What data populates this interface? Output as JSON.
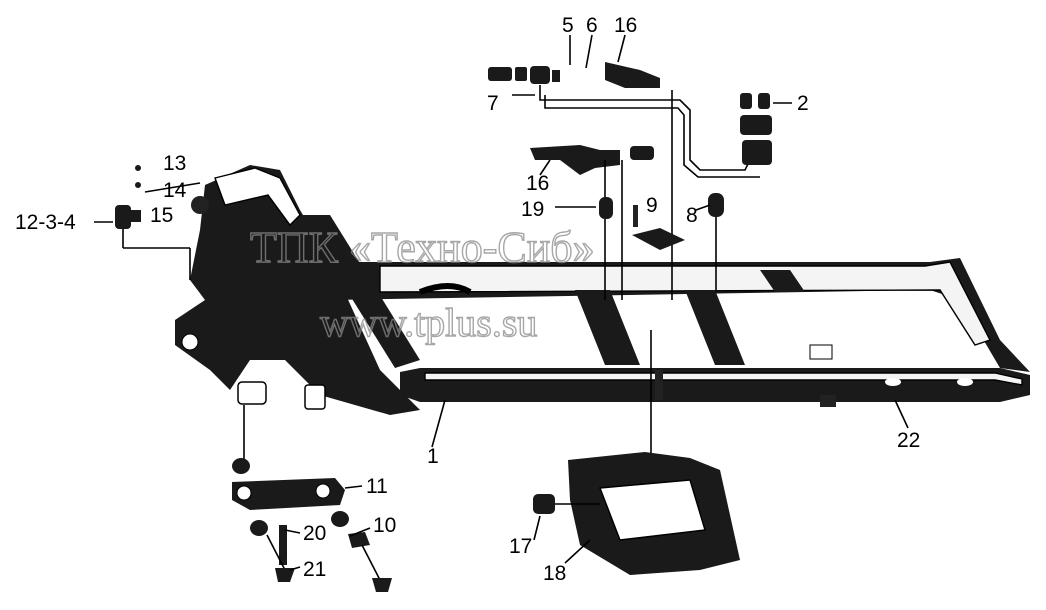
{
  "watermark": {
    "line1": "ТПК «Техно-Сиб»",
    "line2": "www.tplus.su"
  },
  "callouts": [
    {
      "id": "c5",
      "text": "5"
    },
    {
      "id": "c6",
      "text": "6"
    },
    {
      "id": "c16a",
      "text": "16"
    },
    {
      "id": "c7",
      "text": "7"
    },
    {
      "id": "c2",
      "text": "2"
    },
    {
      "id": "c13",
      "text": "13"
    },
    {
      "id": "c14",
      "text": "14"
    },
    {
      "id": "c1234",
      "text": "12-3-4"
    },
    {
      "id": "c15",
      "text": "15"
    },
    {
      "id": "c16b",
      "text": "16"
    },
    {
      "id": "c19",
      "text": "19"
    },
    {
      "id": "c9",
      "text": "9"
    },
    {
      "id": "c8",
      "text": "8"
    },
    {
      "id": "c1",
      "text": "1"
    },
    {
      "id": "c22",
      "text": "22"
    },
    {
      "id": "c11",
      "text": "11"
    },
    {
      "id": "c20",
      "text": "20"
    },
    {
      "id": "c10",
      "text": "10"
    },
    {
      "id": "c21",
      "text": "21"
    },
    {
      "id": "c17",
      "text": "17"
    },
    {
      "id": "c18",
      "text": "18"
    }
  ]
}
